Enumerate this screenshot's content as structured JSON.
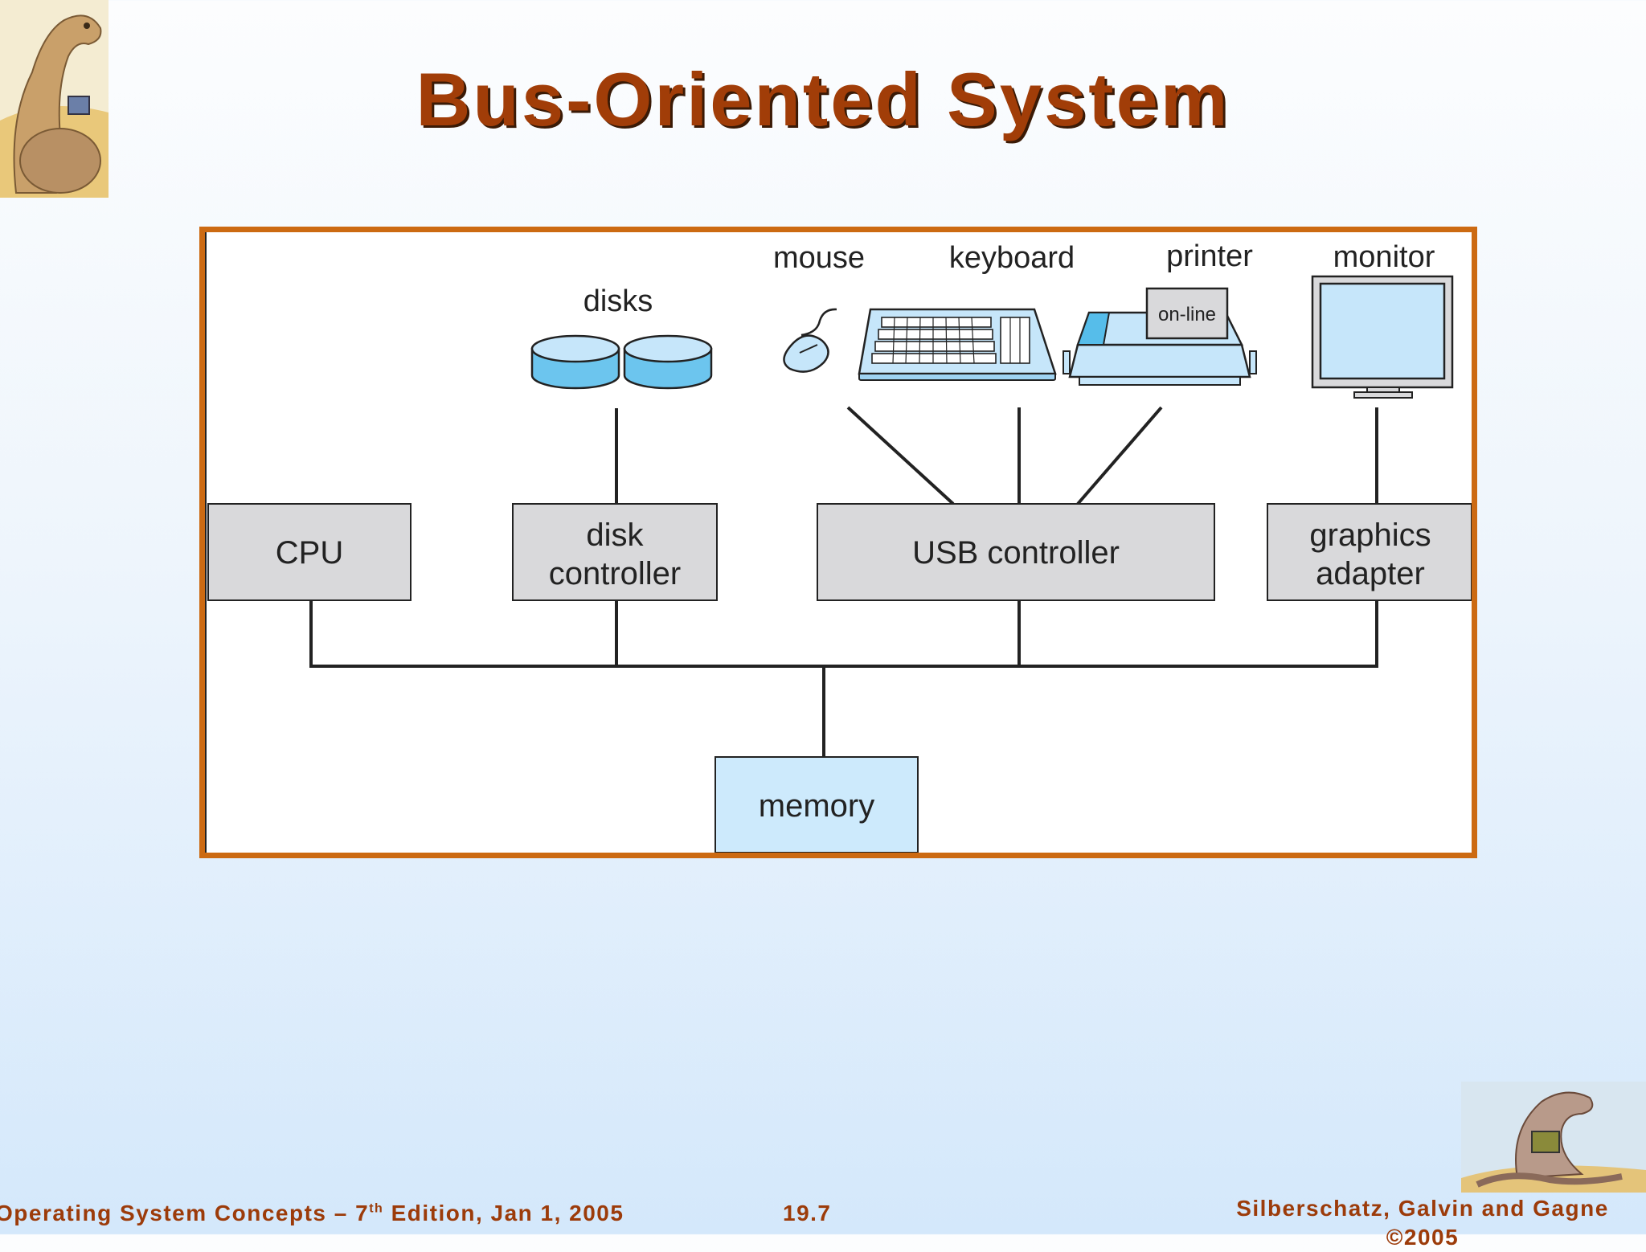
{
  "slide": {
    "title": "Bus-Oriented System"
  },
  "diagram": {
    "devices": {
      "disks": "disks",
      "mouse": "mouse",
      "keyboard": "keyboard",
      "printer": "printer",
      "printer_display": "on-line",
      "monitor": "monitor"
    },
    "controllers": {
      "cpu": "CPU",
      "disk_line1": "disk",
      "disk_line2": "controller",
      "usb": "USB controller",
      "graphics_line1": "graphics",
      "graphics_line2": "adapter"
    },
    "memory": "memory",
    "colors": {
      "frame": "#cc6a12",
      "controller_fill": "#d9d9db",
      "memory_fill": "#cdeafc",
      "device_fill": "#c6e6fa"
    }
  },
  "footer": {
    "book": "Operating System Concepts – 7",
    "book_sup": "th",
    "book_rest": " Edition, Jan 1, 2005",
    "page": "19.7",
    "authors": "Silberschatz, Galvin and Gagne",
    "copyright": "©2005"
  }
}
